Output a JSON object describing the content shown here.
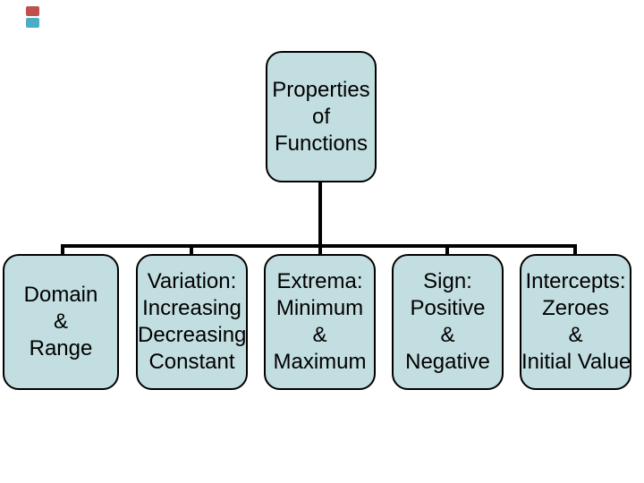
{
  "slide": {
    "background_color": "#ffffff",
    "accents": {
      "orange_square_color": "#c0504d",
      "teal_square_color": "#4bacc6"
    },
    "diagram": {
      "type": "hierarchy",
      "node_fill_color": "#c3dee0",
      "node_border_color": "#000000",
      "connector_color": "#000000",
      "text_color": "#000000",
      "root": {
        "lines": [
          "Properties",
          "of",
          "Functions"
        ]
      },
      "children": [
        {
          "lines": [
            "Domain",
            "&",
            "Range"
          ]
        },
        {
          "lines": [
            "Variation:",
            "Increasing",
            "Decreasing",
            "Constant"
          ]
        },
        {
          "lines": [
            "Extrema:",
            "Minimum",
            "&",
            "Maximum"
          ]
        },
        {
          "lines": [
            "Sign:",
            "Positive",
            "&",
            "Negative"
          ]
        },
        {
          "lines": [
            "Intercepts:",
            "Zeroes",
            "&",
            "Initial Value"
          ]
        }
      ]
    }
  }
}
